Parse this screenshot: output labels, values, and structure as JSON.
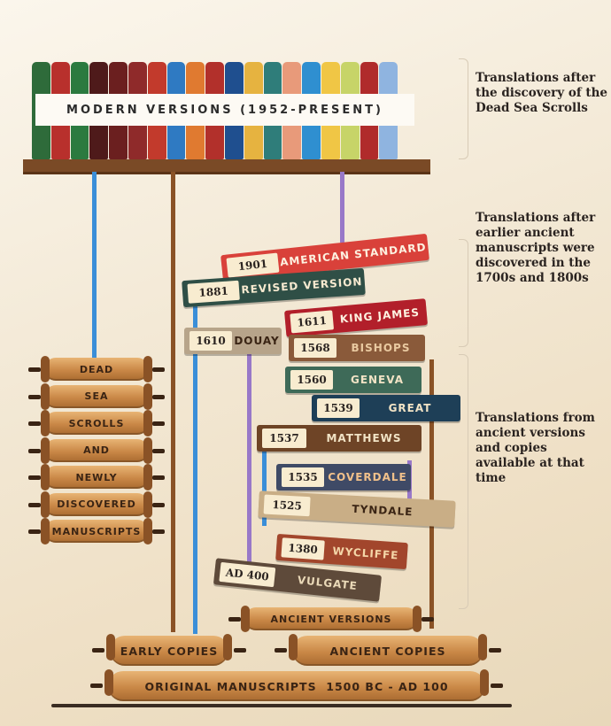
{
  "shelf": {
    "label": "MODERN VERSIONS (1952-PRESENT)",
    "book_colors": [
      "#2e6b3a",
      "#b8302c",
      "#2b7a3f",
      "#4e1a1a",
      "#6b1f1f",
      "#8f2a2a",
      "#c23a2c",
      "#2f7ac2",
      "#e07a30",
      "#b2302b",
      "#1f4f8f",
      "#e6b340",
      "#2f7d7a",
      "#e89a7a",
      "#2f8fd0",
      "#f0c645",
      "#c7d468",
      "#b02b2b",
      "#8fb4e0"
    ]
  },
  "notes": [
    {
      "text": "Translations after the discovery of the Dead Sea Scrolls"
    },
    {
      "text": "Translations after earlier ancient manuscripts were discovered in the 1700s and 1800s"
    },
    {
      "text": "Translations from ancient versions and copies available at that time"
    }
  ],
  "books": [
    {
      "year": "1901",
      "title": "AMERICAN STANDARD",
      "color": "#d9413a",
      "text": "#fdf1e0"
    },
    {
      "year": "1881",
      "title": "REVISED VERSION",
      "color": "#2f4f46",
      "text": "#f7ead0"
    },
    {
      "year": "1611",
      "title": "KING JAMES",
      "color": "#b21f2a",
      "text": "#fdf1e0"
    },
    {
      "year": "1610",
      "title": "DOUAY",
      "color": "#b7a48a",
      "text": "#3a2414"
    },
    {
      "year": "1568",
      "title": "BISHOPS",
      "color": "#8a5a3a",
      "text": "#e9c9a0"
    },
    {
      "year": "1560",
      "title": "GENEVA",
      "color": "#3e6a58",
      "text": "#f1e3c5"
    },
    {
      "year": "1539",
      "title": "GREAT",
      "color": "#1e3f57",
      "text": "#f1e3c5"
    },
    {
      "year": "1537",
      "title": "MATTHEWS",
      "color": "#6e4426",
      "text": "#f1e3c5"
    },
    {
      "year": "1535",
      "title": "COVERDALE",
      "color": "#3f4a66",
      "text": "#f1c08a"
    },
    {
      "year": "1525",
      "title": "TYNDALE",
      "color": "#c9ae86",
      "text": "#3a2414"
    },
    {
      "year": "1380",
      "title": "WYCLIFFE",
      "color": "#a2462c",
      "text": "#f4d6a8"
    },
    {
      "year": "AD 400",
      "title": "VULGATE",
      "color": "#5e4a3a",
      "text": "#ead9b8"
    }
  ],
  "dss_scroll_words": [
    "DEAD",
    "SEA",
    "SCROLLS",
    "AND",
    "NEWLY",
    "DISCOVERED",
    "MANUSCRIPTS"
  ],
  "base_scrolls": {
    "ancient_versions": "ANCIENT VERSIONS",
    "early_copies": "EARLY COPIES",
    "ancient_copies": "ANCIENT COPIES",
    "original": "ORIGINAL MANUSCRIPTS  1500 BC - AD 100"
  }
}
